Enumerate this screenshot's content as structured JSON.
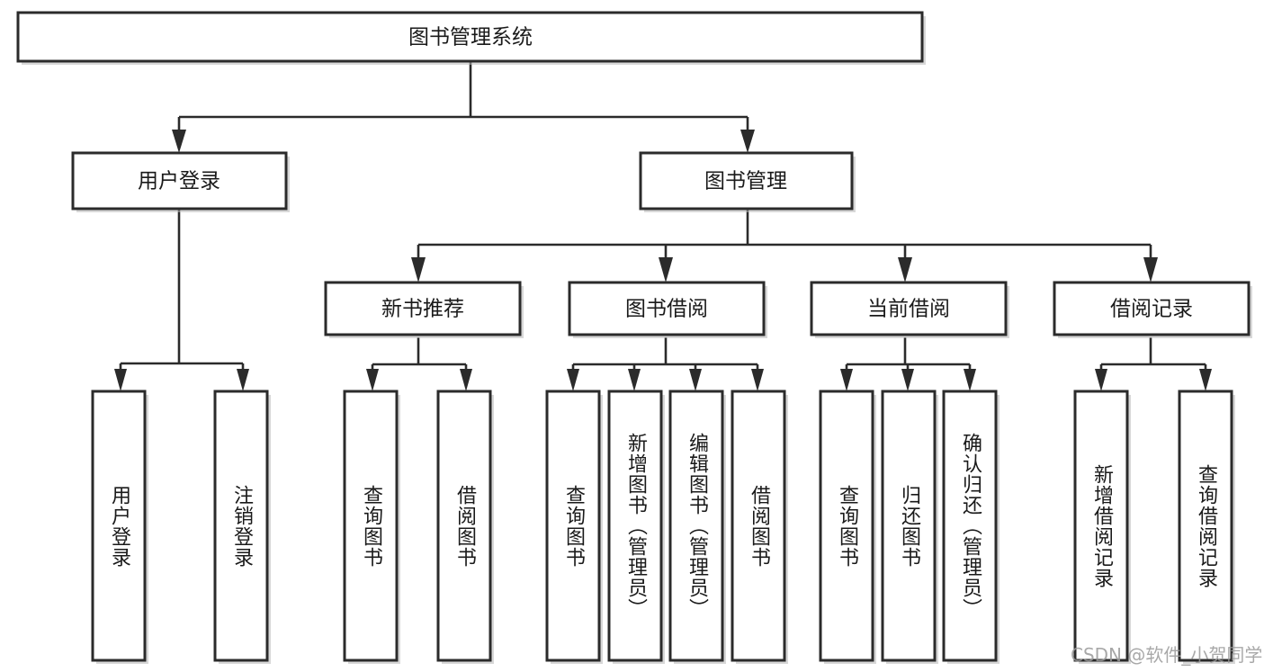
{
  "diagram": {
    "title": "图书管理系统",
    "type": "hierarchy-tree",
    "root": {
      "label": "图书管理系统"
    },
    "level2": [
      {
        "label": "用户登录"
      },
      {
        "label": "图书管理"
      }
    ],
    "level3": [
      {
        "label": "新书推荐"
      },
      {
        "label": "图书借阅"
      },
      {
        "label": "当前借阅"
      },
      {
        "label": "借阅记录"
      }
    ],
    "leaves": {
      "user_login": [
        {
          "label": "用户登录"
        },
        {
          "label": "注销登录"
        }
      ],
      "new_book_recommend": [
        {
          "label": "查询图书"
        },
        {
          "label": "借阅图书"
        }
      ],
      "book_borrow": [
        {
          "label": "查询图书"
        },
        {
          "label": "新增图书（管理员）"
        },
        {
          "label": "编辑图书（管理员）"
        },
        {
          "label": "借阅图书"
        }
      ],
      "current_borrow": [
        {
          "label": "查询图书"
        },
        {
          "label": "归还图书"
        },
        {
          "label": "确认归还（管理员）"
        }
      ],
      "borrow_record": [
        {
          "label": "新增借阅记录"
        },
        {
          "label": "查询借阅记录"
        }
      ]
    }
  },
  "watermark": {
    "text": "CSDN @软件_小贺同学"
  },
  "colors": {
    "box_stroke": "#2b2b2b",
    "box_fill": "#ffffff",
    "line": "#2b2b2b",
    "text": "#1a1a1a",
    "watermark": "#9a9a9a",
    "background": "#ffffff"
  }
}
